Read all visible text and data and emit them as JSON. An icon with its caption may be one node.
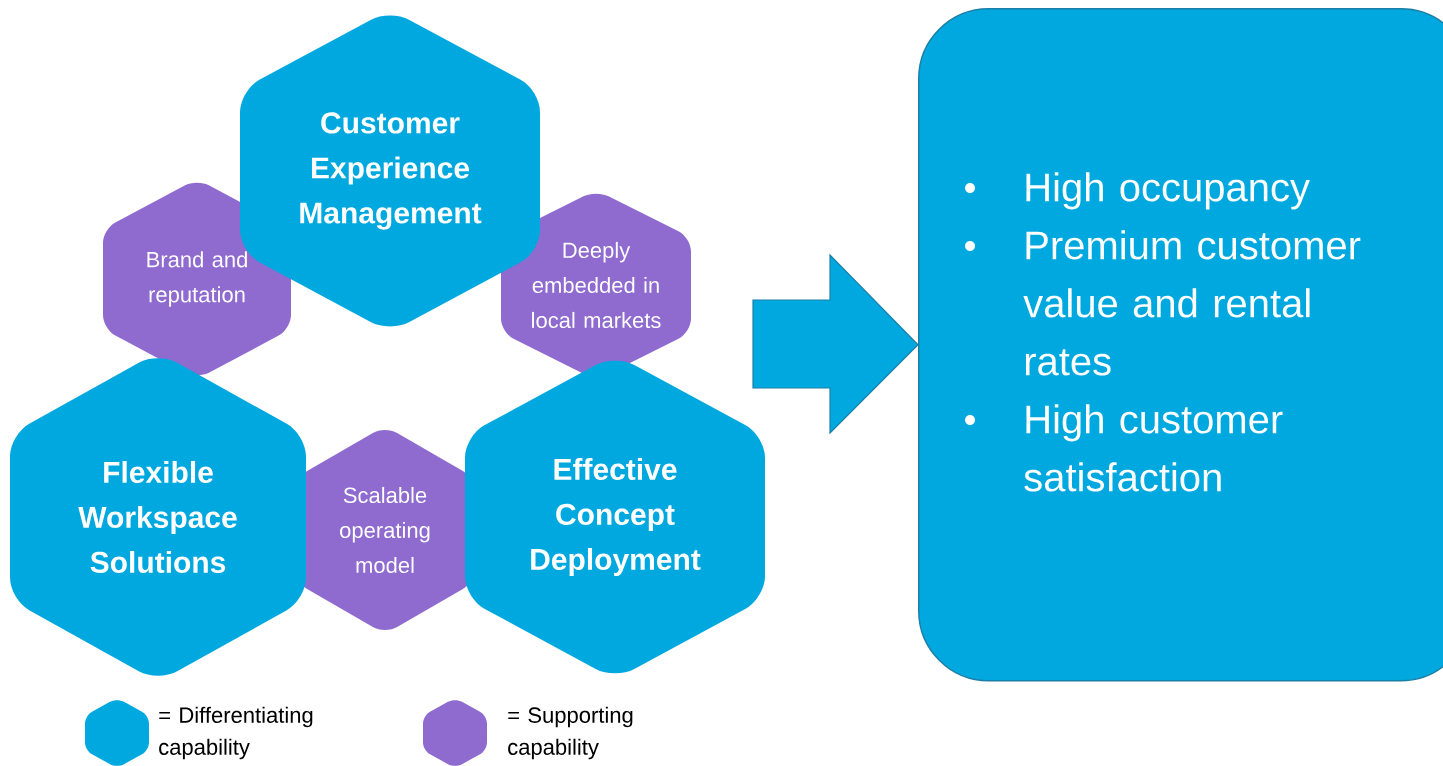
{
  "diagram": {
    "nodes": [
      {
        "text": [
          "Customer Experience Management"
        ]
      },
      {
        "text": [
          "Brand and reputation"
        ]
      },
      {
        "text": [
          "Deeply embedded in local markets"
        ]
      },
      {
        "text": [
          "Flexible Workspace Solutions"
        ]
      },
      {
        "text": [
          "Scalable operating model"
        ]
      },
      {
        "text": [
          "Effective Concept Deployment"
        ]
      },
      {
        "text": [
          "High occupancy",
          "Premium customer value and rental rates",
          "High customer satisfaction"
        ]
      }
    ],
    "edges": [
      {
        "from": null,
        "to": 6,
        "arrow": "to"
      }
    ],
    "legend": [
      {
        "text": "= Differentiating capability",
        "color": "#00a8e0"
      },
      {
        "text": "= Supporting capability",
        "color": "#8f6bd0"
      }
    ]
  }
}
